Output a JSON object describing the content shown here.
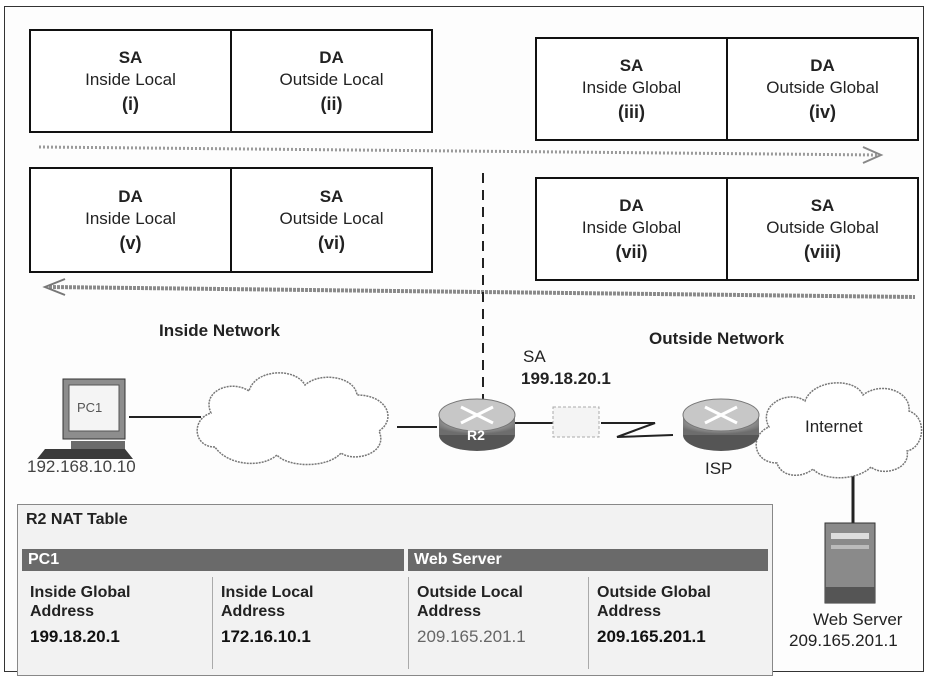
{
  "boxes": {
    "top_left": {
      "left": {
        "l1": "SA",
        "l2": "Inside Local",
        "l3": "(i)"
      },
      "right": {
        "l1": "DA",
        "l2": "Outside Local",
        "l3": "(ii)"
      }
    },
    "top_right": {
      "left": {
        "l1": "SA",
        "l2": "Inside Global",
        "l3": "(iii)"
      },
      "right": {
        "l1": "DA",
        "l2": "Outside Global",
        "l3": "(iv)"
      }
    },
    "bottom_left": {
      "left": {
        "l1": "DA",
        "l2": "Inside Local",
        "l3": "(v)"
      },
      "right": {
        "l1": "SA",
        "l2": "Outside Local",
        "l3": "(vi)"
      }
    },
    "bottom_right": {
      "left": {
        "l1": "DA",
        "l2": "Inside Global",
        "l3": "(vii)"
      },
      "right": {
        "l1": "SA",
        "l2": "Outside Global",
        "l3": "(viii)"
      }
    }
  },
  "network": {
    "inside_label": "Inside Network",
    "outside_label": "Outside Network",
    "sa_label": "SA",
    "sa_ip": "199.18.20.1",
    "pc_name": "PC1",
    "pc_ip": "192.168.10.10",
    "router_r2": "R2",
    "router_isp": "ISP",
    "internet": "Internet",
    "server_name": "Web Server",
    "server_ip": "209.165.201.1"
  },
  "nat_table": {
    "title": "R2 NAT Table",
    "group_pc": "PC1",
    "group_web": "Web Server",
    "columns": [
      {
        "header_1": "Inside Global",
        "header_2": "Address",
        "value": "199.18.20.1"
      },
      {
        "header_1": "Inside Local",
        "header_2": "Address",
        "value": "172.16.10.1"
      },
      {
        "header_1": "Outside Local",
        "header_2": "Address",
        "value": "209.165.201.1"
      },
      {
        "header_1": "Outside Global",
        "header_2": "Address",
        "value": "209.165.201.1"
      }
    ]
  }
}
